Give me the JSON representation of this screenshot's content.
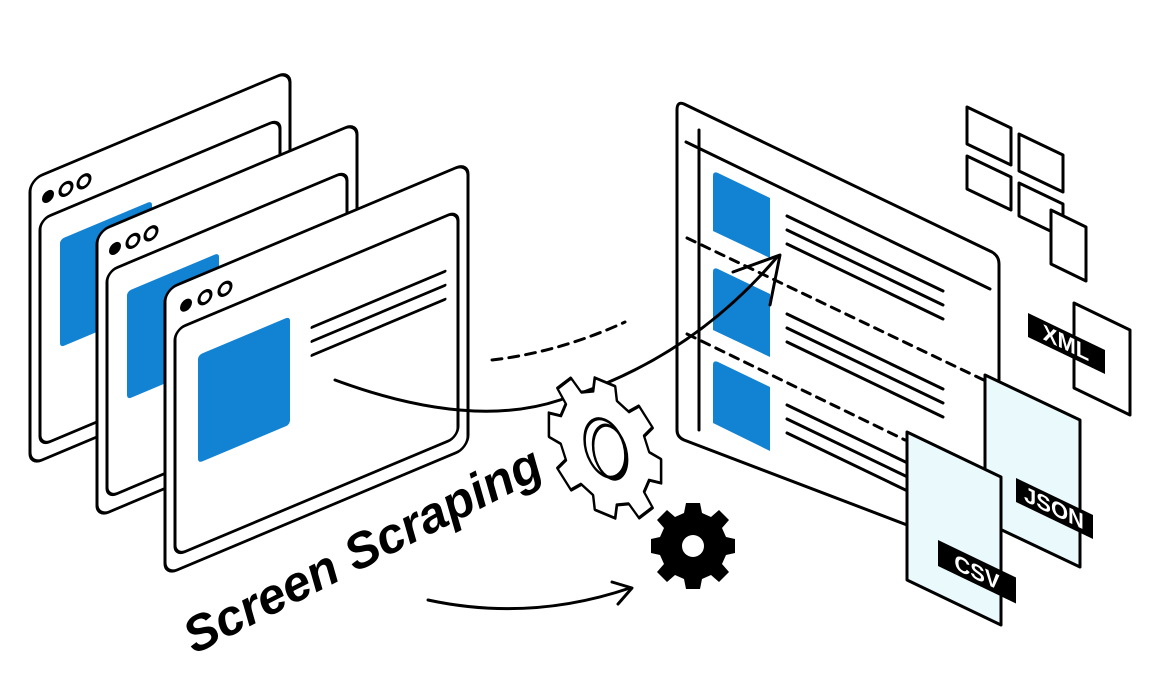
{
  "title": "Screen Scraping",
  "formats": {
    "xml": "XML",
    "json": "JSON",
    "csv": "CSV"
  },
  "colors": {
    "accent_blue": "#1283D3",
    "panel_fill": "#EAF9FC",
    "ink": "#000000"
  },
  "icons": [
    "browser-window-icon",
    "gear-icon",
    "arrow-icon",
    "document-icon"
  ]
}
